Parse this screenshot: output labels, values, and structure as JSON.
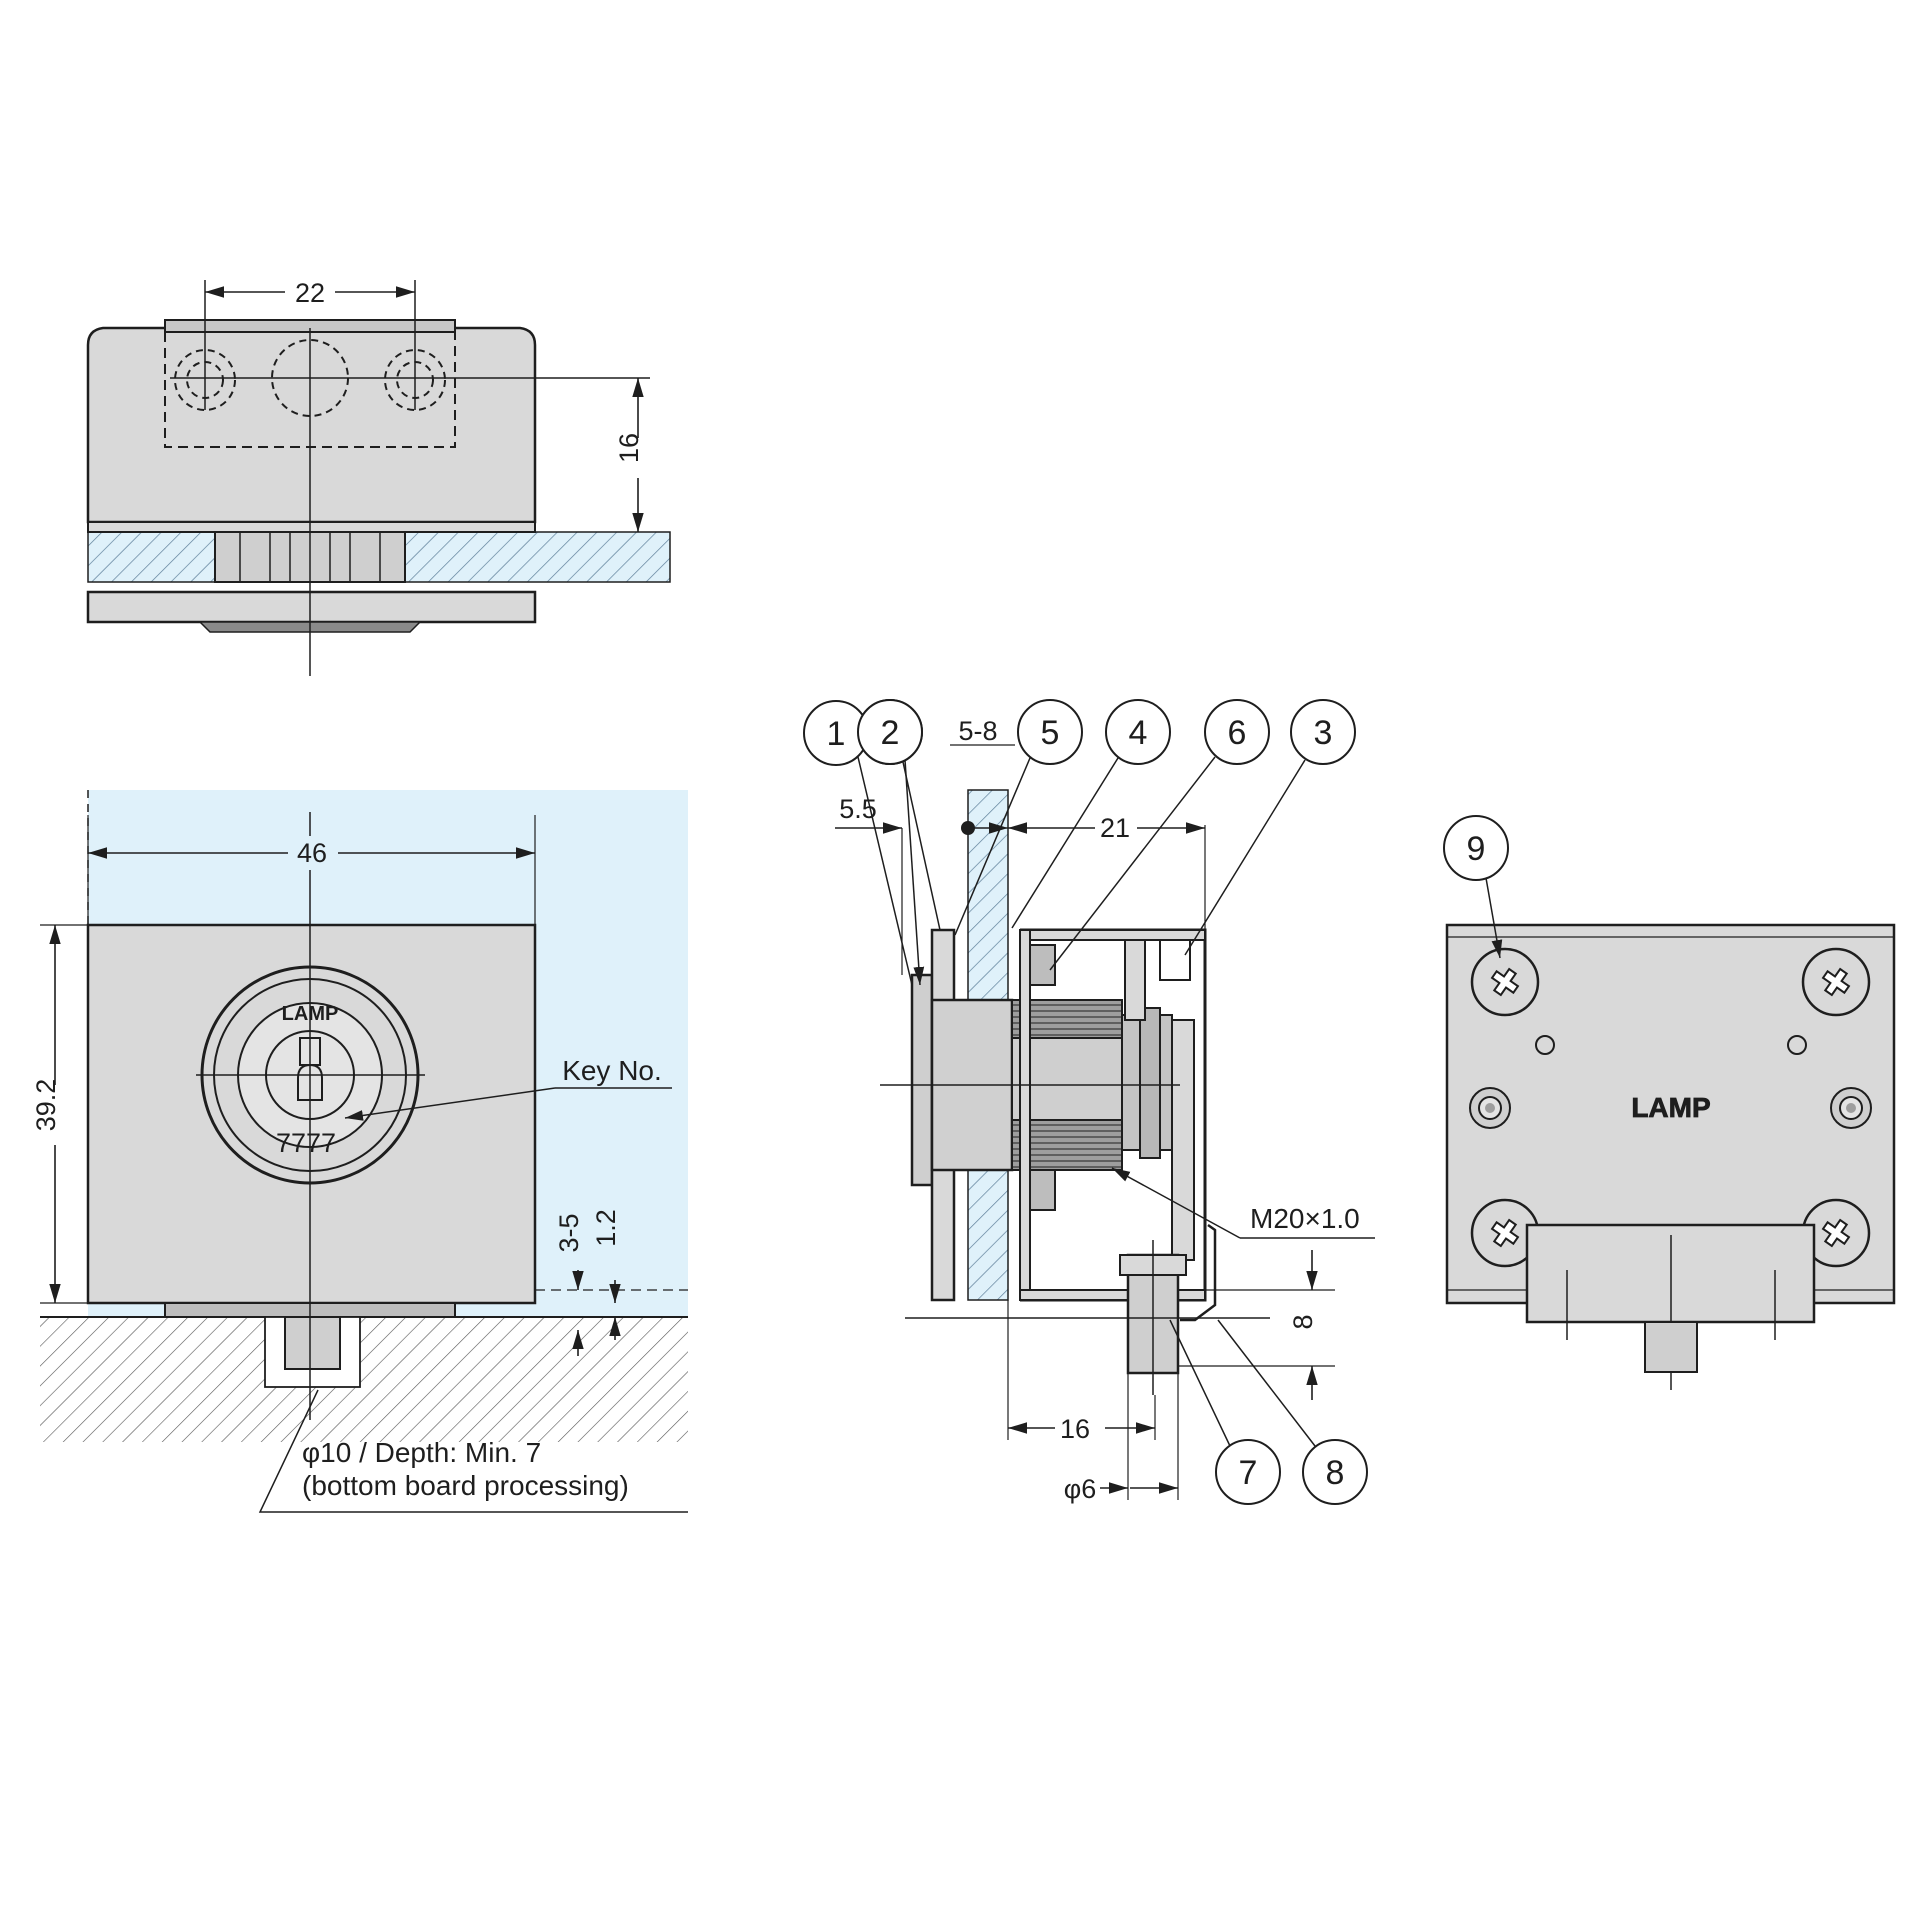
{
  "dimensions": {
    "top_width": "22",
    "top_height": "16",
    "front_width": "46",
    "front_height": "39.2",
    "gap_range": "3-5",
    "gap_small": "1.2",
    "door_thickness": "5-8",
    "flange": "5.5",
    "depth": "21",
    "bolt_offset": "16",
    "bolt_diameter": "φ6",
    "bolt_stroke": "8"
  },
  "annotations": {
    "key_no": "Key No.",
    "key_number": "7777",
    "thread": "M20×1.0",
    "hole_line1": "φ10 / Depth: Min. 7",
    "hole_line2": "(bottom board processing)"
  },
  "brand": "LAMP",
  "callouts": {
    "c1": "1",
    "c2": "2",
    "c3": "3",
    "c4": "4",
    "c5": "5",
    "c6": "6",
    "c7": "7",
    "c8": "8",
    "c9": "9"
  },
  "colors": {
    "body": "#d9d9d9",
    "glass": "#dff1fa",
    "line": "#1e1e1e",
    "hatch": "#7fa7c4"
  }
}
